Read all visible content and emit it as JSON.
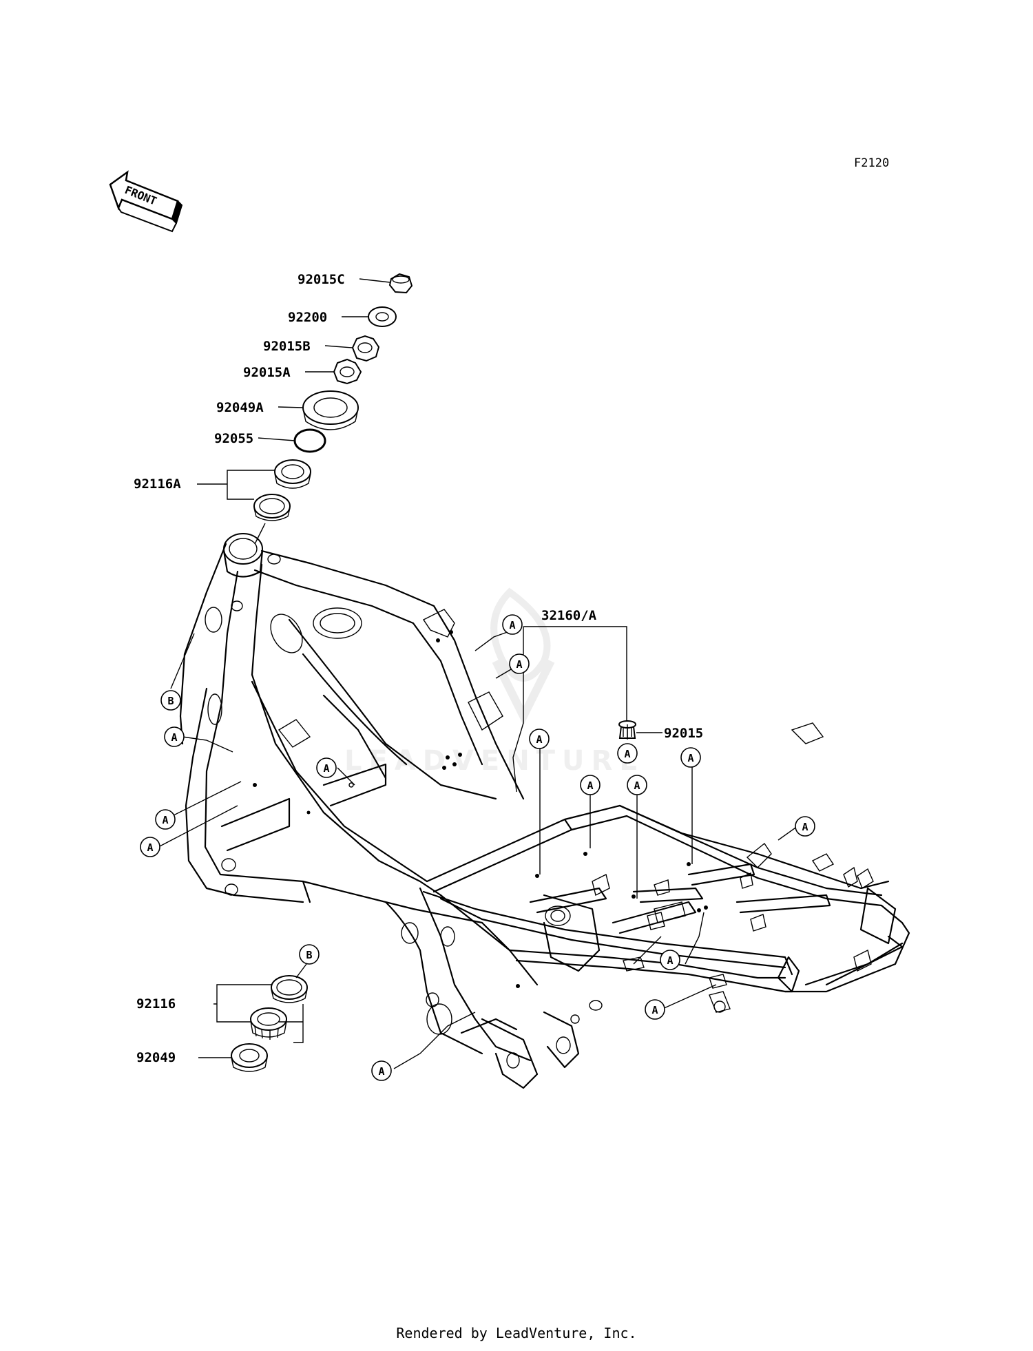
{
  "diagram_code": "F2120",
  "front_label": "FRONT",
  "watermark": "LEADVENTURE",
  "parts": {
    "p92015C": "92015C",
    "p92200": "92200",
    "p92015B": "92015B",
    "p92015A": "92015A",
    "p92049A": "92049A",
    "p92055": "92055",
    "p92116A": "92116A",
    "p32160A": "32160/A",
    "p92015": "92015",
    "p92116": "92116",
    "p92049": "92049"
  },
  "callouts": {
    "a": "A",
    "b": "B"
  },
  "footer": "Rendered by LeadVenture, Inc."
}
